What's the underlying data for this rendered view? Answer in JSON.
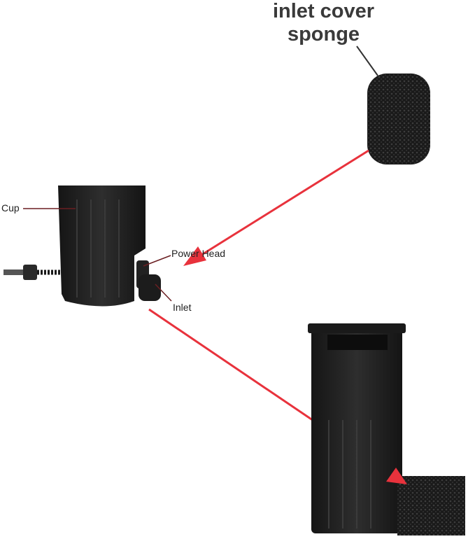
{
  "labels": {
    "title_line1": "inlet cover",
    "title_line2": "sponge",
    "cup": "Cup",
    "power_head": "Power Head",
    "inlet": "Inlet"
  },
  "colors": {
    "arrow": "#e8323c",
    "body": "#2a2a2a",
    "leader": "#6b1f22"
  }
}
